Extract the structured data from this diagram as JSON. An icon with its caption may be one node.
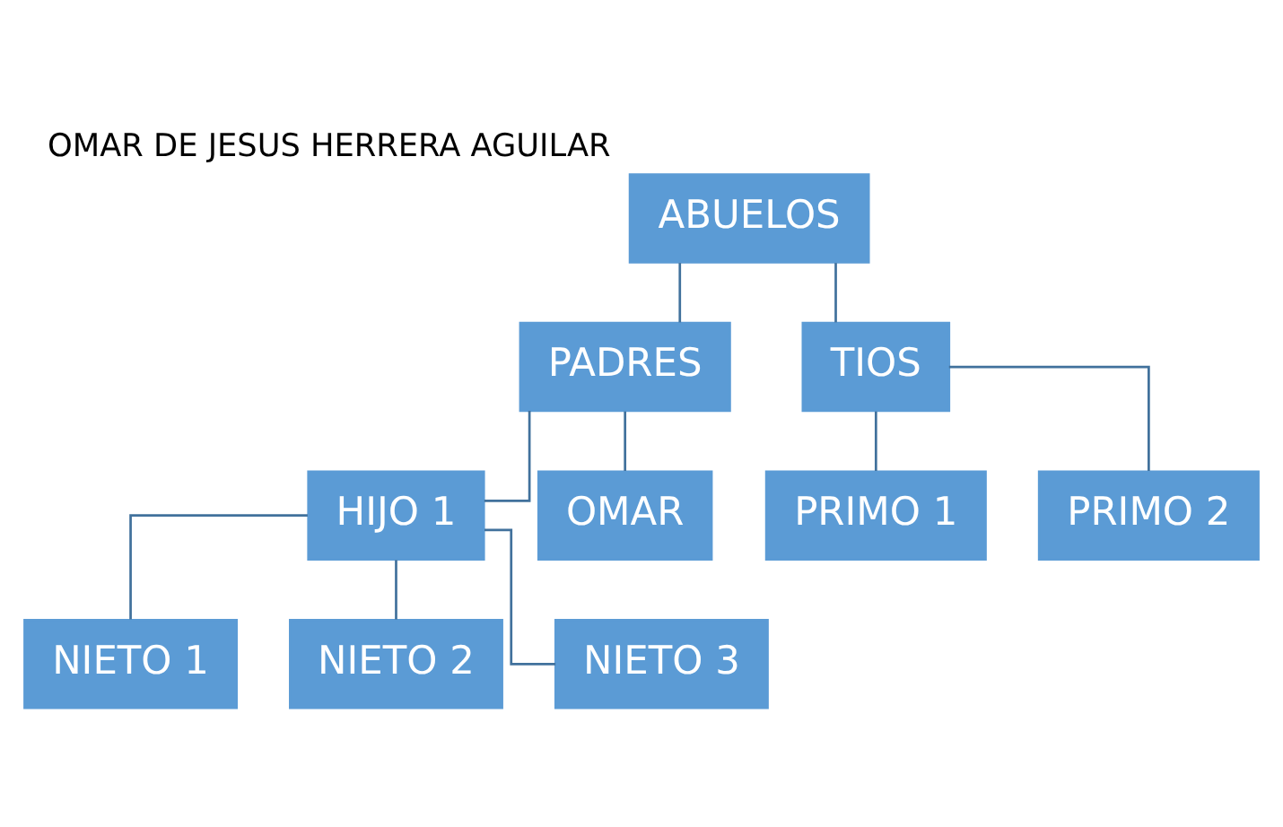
{
  "diagram": {
    "title": "OMAR DE JESUS HERRERA AGUILAR",
    "nodes": [
      {
        "text": [
          "ABUELOS"
        ]
      },
      {
        "text": [
          "PADRES"
        ]
      },
      {
        "text": [
          "TIOS"
        ]
      },
      {
        "text": [
          "HIJO 1"
        ]
      },
      {
        "text": [
          "OMAR"
        ]
      },
      {
        "text": [
          "PRIMO 1"
        ]
      },
      {
        "text": [
          "PRIMO 2"
        ]
      },
      {
        "text": [
          "NIETO 1"
        ]
      },
      {
        "text": [
          "NIETO 2"
        ]
      },
      {
        "text": [
          "NIETO 3"
        ]
      }
    ],
    "edges": [
      {
        "from": 0,
        "to": 1,
        "arrow": "none"
      },
      {
        "from": 0,
        "to": 2,
        "arrow": "none"
      },
      {
        "from": 1,
        "to": 3,
        "arrow": "none"
      },
      {
        "from": 1,
        "to": 4,
        "arrow": "none"
      },
      {
        "from": 2,
        "to": 5,
        "arrow": "none"
      },
      {
        "from": 2,
        "to": 6,
        "arrow": "none"
      },
      {
        "from": 3,
        "to": 7,
        "arrow": "none"
      },
      {
        "from": 3,
        "to": 8,
        "arrow": "none"
      },
      {
        "from": 3,
        "to": 9,
        "arrow": "none"
      }
    ]
  }
}
